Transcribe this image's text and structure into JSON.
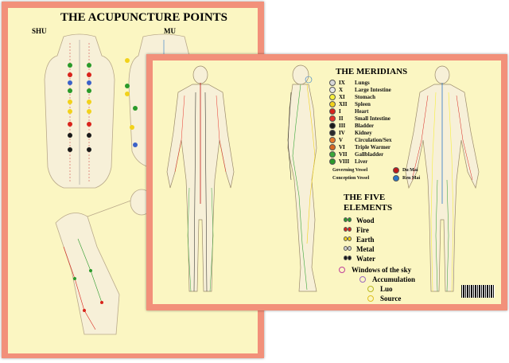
{
  "back_chart": {
    "title": "THE ACUPUNCTURE POINTS",
    "shu_label": "SHU",
    "mu_label": "MU"
  },
  "front_chart": {
    "meridians_title": "THE MERIDIANS",
    "meridians": [
      {
        "numeral": "IX",
        "name": "Lungs",
        "color": "#d8d8d8"
      },
      {
        "numeral": "X",
        "name": "Large Intestine",
        "color": "#e6e6e6"
      },
      {
        "numeral": "XI",
        "name": "Stomach",
        "color": "#f7ef3a"
      },
      {
        "numeral": "XII",
        "name": "Spleen",
        "color": "#f2d21a"
      },
      {
        "numeral": "I",
        "name": "Heart",
        "color": "#d9241c"
      },
      {
        "numeral": "II",
        "name": "Small Intestine",
        "color": "#e8342a"
      },
      {
        "numeral": "III",
        "name": "Bladder",
        "color": "#1a1a1a"
      },
      {
        "numeral": "IV",
        "name": "Kidney",
        "color": "#2a2a2a"
      },
      {
        "numeral": "V",
        "name": "Circulation/Sex",
        "color": "#e87a2a"
      },
      {
        "numeral": "VI",
        "name": "Triple Warmer",
        "color": "#d86a22"
      },
      {
        "numeral": "VII",
        "name": "Gallbladder",
        "color": "#3aa83a"
      },
      {
        "numeral": "VIII",
        "name": "Liver",
        "color": "#2a9a2a"
      }
    ],
    "vessels": [
      {
        "name": "Governing Vessel",
        "short": "Du Mai",
        "color": "#c01818"
      },
      {
        "name": "Conception Vessel",
        "short": "Ren Mai",
        "color": "#2a78c8"
      }
    ],
    "elements_title": "THE FIVE ELEMENTS",
    "elements": [
      {
        "name": "Wood",
        "color": "#2a9a2a"
      },
      {
        "name": "Fire",
        "color": "#d9241c"
      },
      {
        "name": "Earth",
        "color": "#f2d21a"
      },
      {
        "name": "Metal",
        "color": "#cfcfcf"
      },
      {
        "name": "Water",
        "color": "#1a1a1a"
      }
    ],
    "point_types": [
      {
        "name": "Windows of the sky",
        "color": "#c0409a"
      },
      {
        "name": "Accumulation",
        "color": "#9a6ac0"
      },
      {
        "name": "Luo",
        "color": "#b8b820"
      },
      {
        "name": "Source",
        "color": "#e0c020"
      }
    ]
  }
}
